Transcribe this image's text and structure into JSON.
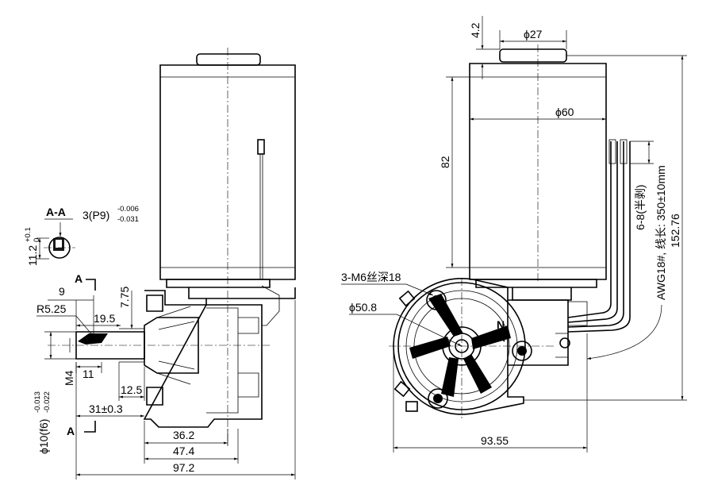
{
  "section": {
    "title": "A-A",
    "key_label": "3(P9)",
    "key_tol_upper": "-0.006",
    "key_tol_lower": "-0.031",
    "height_label": "11.2",
    "height_tol_upper": "+0.1",
    "height_tol_lower": "0"
  },
  "side_view": {
    "cut_mark": "A",
    "dims": {
      "d9": "9",
      "r525": "R5.25",
      "d195": "19.5",
      "d775": "7.75",
      "d11": "11",
      "m4": "M4",
      "d125": "12.5",
      "d31": "31±0.3",
      "d362": "36.2",
      "d474": "47.4",
      "d972": "97.2",
      "shaft": "ϕ10(f6)",
      "shaft_tol_upper": "-0.013",
      "shaft_tol_lower": "-0.022"
    }
  },
  "front_view": {
    "dims": {
      "d42": "4.2",
      "d27": "ϕ27",
      "d60": "ϕ60",
      "d82": "82",
      "d15276": "152.76",
      "d6_8": "6-8(半剥)",
      "awg": "AWG18#, 线长: 350±10mm",
      "m6": "3-M6丝深18",
      "d508": "ϕ50.8",
      "d9355": "93.55",
      "rot": "N"
    }
  }
}
